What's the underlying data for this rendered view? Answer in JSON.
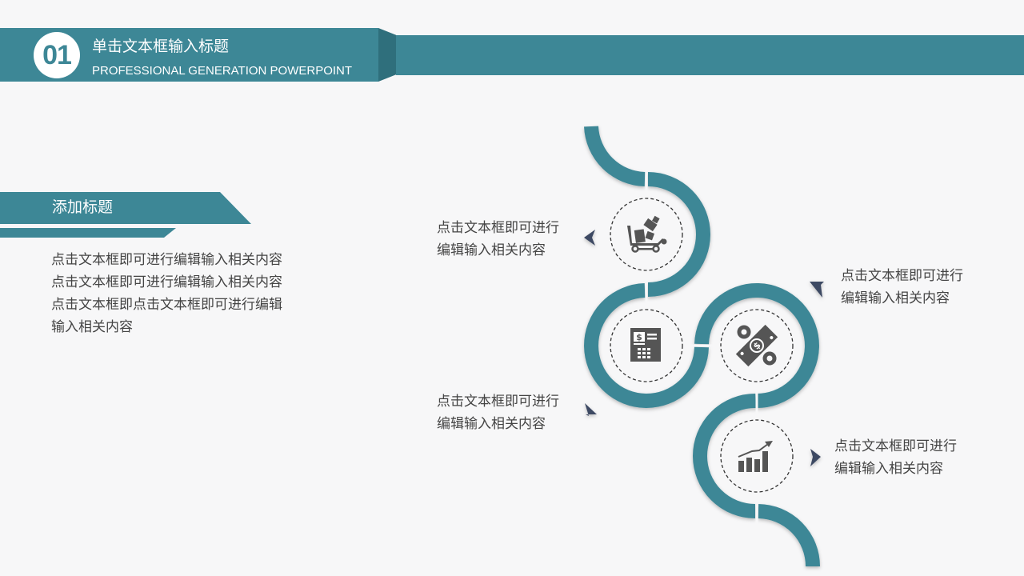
{
  "header": {
    "number": "01",
    "title": "单击文本框输入标题",
    "subtitle": "PROFESSIONAL GENERATION POWERPOINT"
  },
  "section": {
    "title": "添加标题",
    "body": "点击文本框即可进行编辑输入相关内容点击文本框即可进行编辑输入相关内容点击文本框即点击文本框即可进行编辑输入相关内容"
  },
  "items": [
    {
      "text": "点击文本框即可进行\n编辑输入相关内容",
      "icon": "shopping-cart-icon"
    },
    {
      "text": "点击文本框即可进行\n编辑输入相关内容",
      "icon": "money-percent-icon"
    },
    {
      "text": "点击文本框即可进行\n编辑输入相关内容",
      "icon": "atm-icon"
    },
    {
      "text": "点击文本框即可进行\n编辑输入相关内容",
      "icon": "growth-chart-icon"
    }
  ],
  "colors": {
    "accent": "#3d8796",
    "accent_dark": "#2f6f7c",
    "background": "#f7f7f8",
    "icon": "#555555",
    "arrow": "#3e4a63"
  }
}
